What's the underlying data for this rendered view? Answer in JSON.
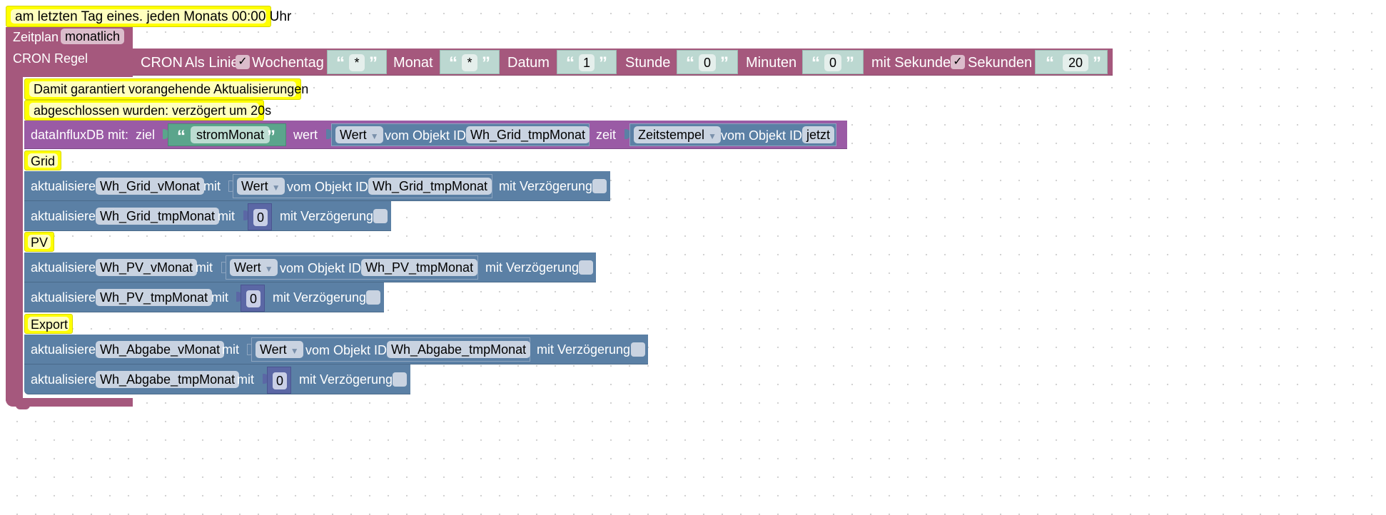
{
  "comments": {
    "header": "am letzten Tag eines. jeden Monats 00:00 Uhr",
    "delay_line1": "Damit garantiert vorangehende Aktualisierungen",
    "delay_line2": "abgeschlossen wurden: verzögert um 20s",
    "grid": "Grid",
    "pv": "PV",
    "export": "Export"
  },
  "schedule": {
    "label": "Zeitplan",
    "mode": "monatlich",
    "cron_rule_label": "CRON Regel"
  },
  "cron": {
    "label": "CRON",
    "as_line_label": "Als Linie",
    "as_line_checked": true,
    "weekday_label": "Wochentag",
    "weekday_value": "*",
    "month_label": "Monat",
    "month_value": "*",
    "date_label": "Datum",
    "date_value": "1",
    "hour_label": "Stunde",
    "hour_value": "0",
    "minutes_label": "Minuten",
    "minutes_value": "0",
    "with_seconds_label": "mit Sekunden",
    "with_seconds_checked": true,
    "seconds_label": "Sekunden",
    "seconds_value": "20",
    "check_glyph": "✓",
    "open_quote": "“",
    "close_quote": "”"
  },
  "influx": {
    "label": "dataInfluxDB",
    "with_label": "mit:",
    "target_label": "ziel",
    "target_value": "stromMonat",
    "value_label": "wert",
    "value_prop": "Wert",
    "value_from_label": "vom Objekt ID",
    "value_object": "Wh_Grid_tmpMonat",
    "time_label": "zeit",
    "time_prop": "Zeitstempel",
    "time_from_label": "vom Objekt ID",
    "time_object": "jetzt"
  },
  "updates": {
    "update_label": "aktualisiere",
    "with_label": "mit",
    "from_label": "vom Objekt ID",
    "delay_label": "mit Verzögerung",
    "prop": "Wert",
    "rows": [
      {
        "target": "Wh_Grid_vMonat",
        "source": "Wh_Grid_tmpMonat"
      },
      {
        "target": "Wh_Grid_tmpMonat",
        "value": "0"
      },
      {
        "target": "Wh_PV_vMonat",
        "source": "Wh_PV_tmpMonat"
      },
      {
        "target": "Wh_PV_tmpMonat",
        "value": "0"
      },
      {
        "target": "Wh_Abgabe_vMonat",
        "source": "Wh_Abgabe_tmpMonat"
      },
      {
        "target": "Wh_Abgabe_tmpMonat",
        "value": "0"
      }
    ]
  },
  "colors": {
    "schedule_block": "#a5587d",
    "influx_block": "#9a5ba5",
    "update_block": "#5b80a5",
    "comment_block": "#ffff00",
    "text_block": "#bcd8d1",
    "number_block": "#5b67a5"
  }
}
